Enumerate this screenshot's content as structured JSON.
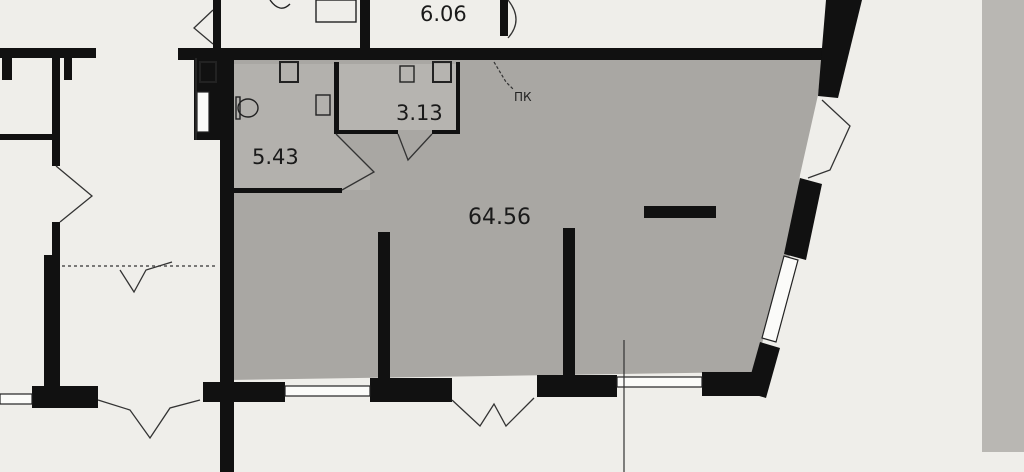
{
  "rooms": {
    "main_area": "64.56",
    "bathroom_area": "5.43",
    "utility_area": "3.13",
    "upper_room_area": "6.06"
  },
  "labels": {
    "riser": "ПК"
  },
  "colors": {
    "background": "#efeeea",
    "highlight_fill": "#a9a7a3",
    "wall": "#111111",
    "side_panel": "#b9b7b3"
  }
}
